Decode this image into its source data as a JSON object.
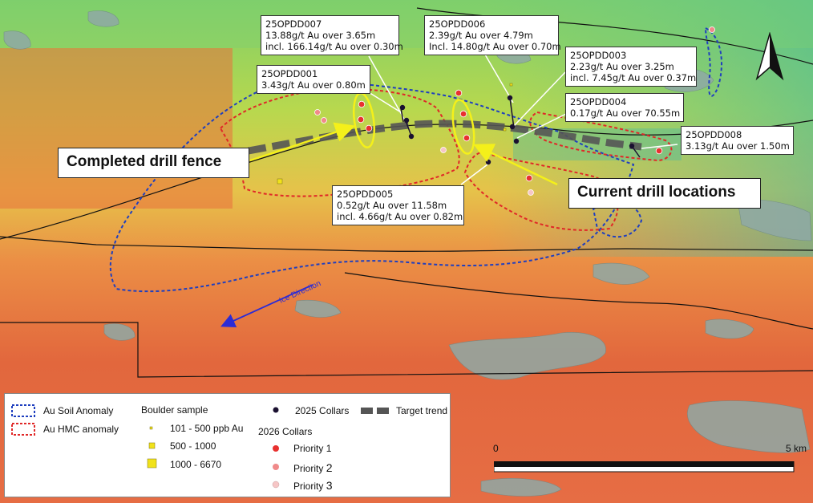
{
  "map": {
    "direction_label": "Ice Direction",
    "callouts": [
      {
        "hole": "25OPDD007",
        "lines": [
          "13.88g/t Au over 3.65m",
          "incl. 166.14g/t Au over 0.30m"
        ]
      },
      {
        "hole": "25OPDD001",
        "lines": [
          "3.43g/t Au over 0.80m"
        ]
      },
      {
        "hole": "25OPDD006",
        "lines": [
          "2.39g/t Au over 4.79m",
          "Incl. 14.80g/t Au over 0.70m"
        ]
      },
      {
        "hole": "25OPDD003",
        "lines": [
          "2.23g/t Au over 3.25m",
          "incl. 7.45g/t Au over 0.37m"
        ]
      },
      {
        "hole": "25OPDD004",
        "lines": [
          "0.17g/t Au over 70.55m"
        ]
      },
      {
        "hole": "25OPDD008",
        "lines": [
          "3.13g/t Au over 1.50m"
        ]
      },
      {
        "hole": "25OPDD005",
        "lines": [
          "0.52g/t Au over 11.58m",
          "incl. 4.66g/t Au over 0.82m"
        ]
      }
    ],
    "annotations": {
      "completed": "Completed drill fence",
      "current": "Current drill locations"
    },
    "colors": {
      "soil_anomaly": "#1f3fbf",
      "hmc_anomaly": "#e02828",
      "collar_2025": "#1a1030",
      "priority_1": "#e8312f",
      "priority_2": "#f08a8a",
      "priority_3": "#f6c6c6",
      "boulder": "#f1e21a",
      "arrow_yellow": "#f4f01a",
      "ice_arrow": "#2b2bd6"
    }
  },
  "legend": {
    "soil": "Au Soil Anomaly",
    "hmc": "Au HMC anomaly",
    "boulder_title": "Boulder sample",
    "boulder_classes": [
      "101 - 500 ppb Au",
      "500 - 1000",
      "1000 - 6670"
    ],
    "collars_2025": "2025 Collars",
    "target_trend": "Target trend",
    "collars_2026": "2026 Collars",
    "priority_prefix": "Priority",
    "priorities": [
      "1",
      "2",
      "3"
    ]
  },
  "scale_bar": {
    "start": "0",
    "end": "5 km"
  }
}
